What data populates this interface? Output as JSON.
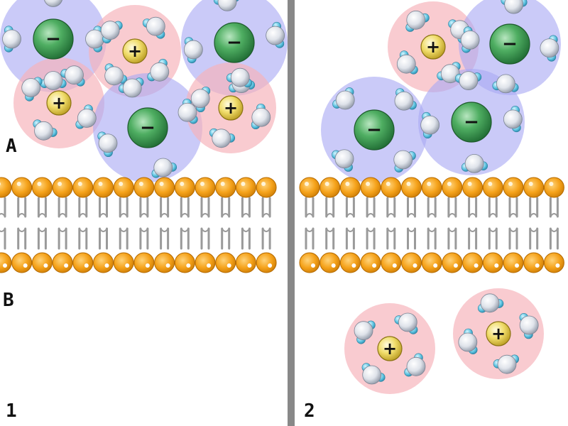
{
  "labels": {
    "region_top": "A",
    "region_bottom": "B",
    "panel_left": "1",
    "panel_right": "2"
  },
  "ions": {
    "anion_sign": "−",
    "cation_sign": "+"
  },
  "colors": {
    "anion_shell": "#aaaaf3",
    "cation_shell": "#f6b2ba",
    "anion_core": "#3f9a52",
    "cation_core": "#e8d35a",
    "lipid_head": "#f2a21a",
    "divider": "#888888"
  },
  "counts": {
    "panel_left_above_membrane": {
      "anions": 3,
      "cations": 3
    },
    "panel_right_above_membrane": {
      "anions": 3,
      "cations": 1
    },
    "panel_right_below_membrane": {
      "anions": 0,
      "cations": 2
    }
  }
}
